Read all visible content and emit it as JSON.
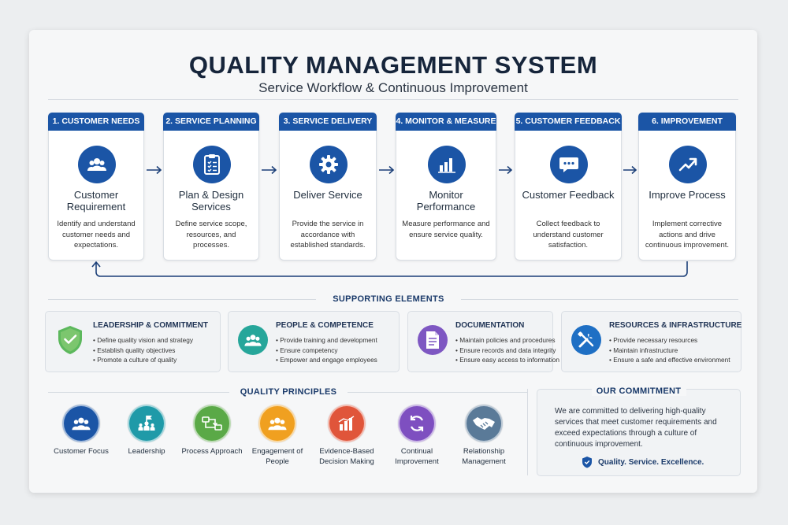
{
  "header": {
    "title": "QUALITY MANAGEMENT SYSTEM",
    "subtitle": "Service Workflow & Continuous Improvement"
  },
  "workflow": {
    "steps": [
      {
        "header": "1. CUSTOMER NEEDS",
        "name": "Customer Requirement",
        "description": "Identify and understand customer needs and expectations.",
        "icon": "users-icon"
      },
      {
        "header": "2. SERVICE PLANNING",
        "name": "Plan & Design Services",
        "description": "Define service scope, resources, and processes.",
        "icon": "clipboard-checklist-icon"
      },
      {
        "header": "3. SERVICE DELIVERY",
        "name": "Deliver Service",
        "description": "Provide the service in accordance with established standards.",
        "icon": "gear-icon"
      },
      {
        "header": "4. MONITOR & MEASURE",
        "name": "Monitor Performance",
        "description": "Measure performance and ensure service quality.",
        "icon": "bar-chart-icon"
      },
      {
        "header": "5. CUSTOMER FEEDBACK",
        "name": "Customer Feedback",
        "description": "Collect feedback to understand customer satisfaction.",
        "icon": "chat-bubble-icon"
      },
      {
        "header": "6. IMPROVEMENT",
        "name": "Improve Process",
        "description": "Implement corrective actions and drive continuous improvement.",
        "icon": "trend-up-icon"
      }
    ]
  },
  "supporting": {
    "label": "SUPPORTING ELEMENTS",
    "items": [
      {
        "title": "LEADERSHIP & COMMITMENT",
        "bullets": [
          "Define quality vision and strategy",
          "Establish quality objectives",
          "Promote a culture of quality"
        ],
        "icon": "shield-check-icon",
        "color": "#4caf50"
      },
      {
        "title": "PEOPLE & COMPETENCE",
        "bullets": [
          "Provide training and development",
          "Ensure competency",
          "Empower and engage employees"
        ],
        "icon": "users-icon",
        "color": "#26a69a"
      },
      {
        "title": "DOCUMENTATION",
        "bullets": [
          "Maintain policies and procedures",
          "Ensure records and data integrity",
          "Ensure easy access to information"
        ],
        "icon": "document-icon",
        "color": "#7e57c2"
      },
      {
        "title": "RESOURCES & INFRASTRUCTURE",
        "bullets": [
          "Provide necessary resources",
          "Maintain infrastructure",
          "Ensure a safe and effective environment"
        ],
        "icon": "tools-icon",
        "color": "#1e6fc4"
      }
    ]
  },
  "principles": {
    "label": "QUALITY PRINCIPLES",
    "items": [
      {
        "label": "Customer Focus",
        "icon": "users-icon",
        "color": "#1b55a6"
      },
      {
        "label": "Leadership",
        "icon": "leader-flag-icon",
        "color": "#1f9aa8"
      },
      {
        "label": "Process Approach",
        "icon": "process-flow-icon",
        "color": "#5aa947"
      },
      {
        "label": "Engagement of People",
        "icon": "people-group-icon",
        "color": "#f0a020"
      },
      {
        "label": "Evidence-Based Decision Making",
        "icon": "bar-chart-icon",
        "color": "#e0553a"
      },
      {
        "label": "Continual Improvement",
        "icon": "cycle-arrows-icon",
        "color": "#7e4fc0"
      },
      {
        "label": "Relationship Management",
        "icon": "handshake-icon",
        "color": "#5a7a98"
      }
    ]
  },
  "commitment": {
    "title": "OUR COMMITMENT",
    "body": "We are committed to delivering high-quality services that meet customer requirements and exceed expectations through a culture of continuous improvement.",
    "slogan": "Quality. Service. Excellence.",
    "slogan_icon": "shield-check-icon"
  },
  "colors": {
    "primary": "#1b55a6",
    "title": "#16253b"
  }
}
